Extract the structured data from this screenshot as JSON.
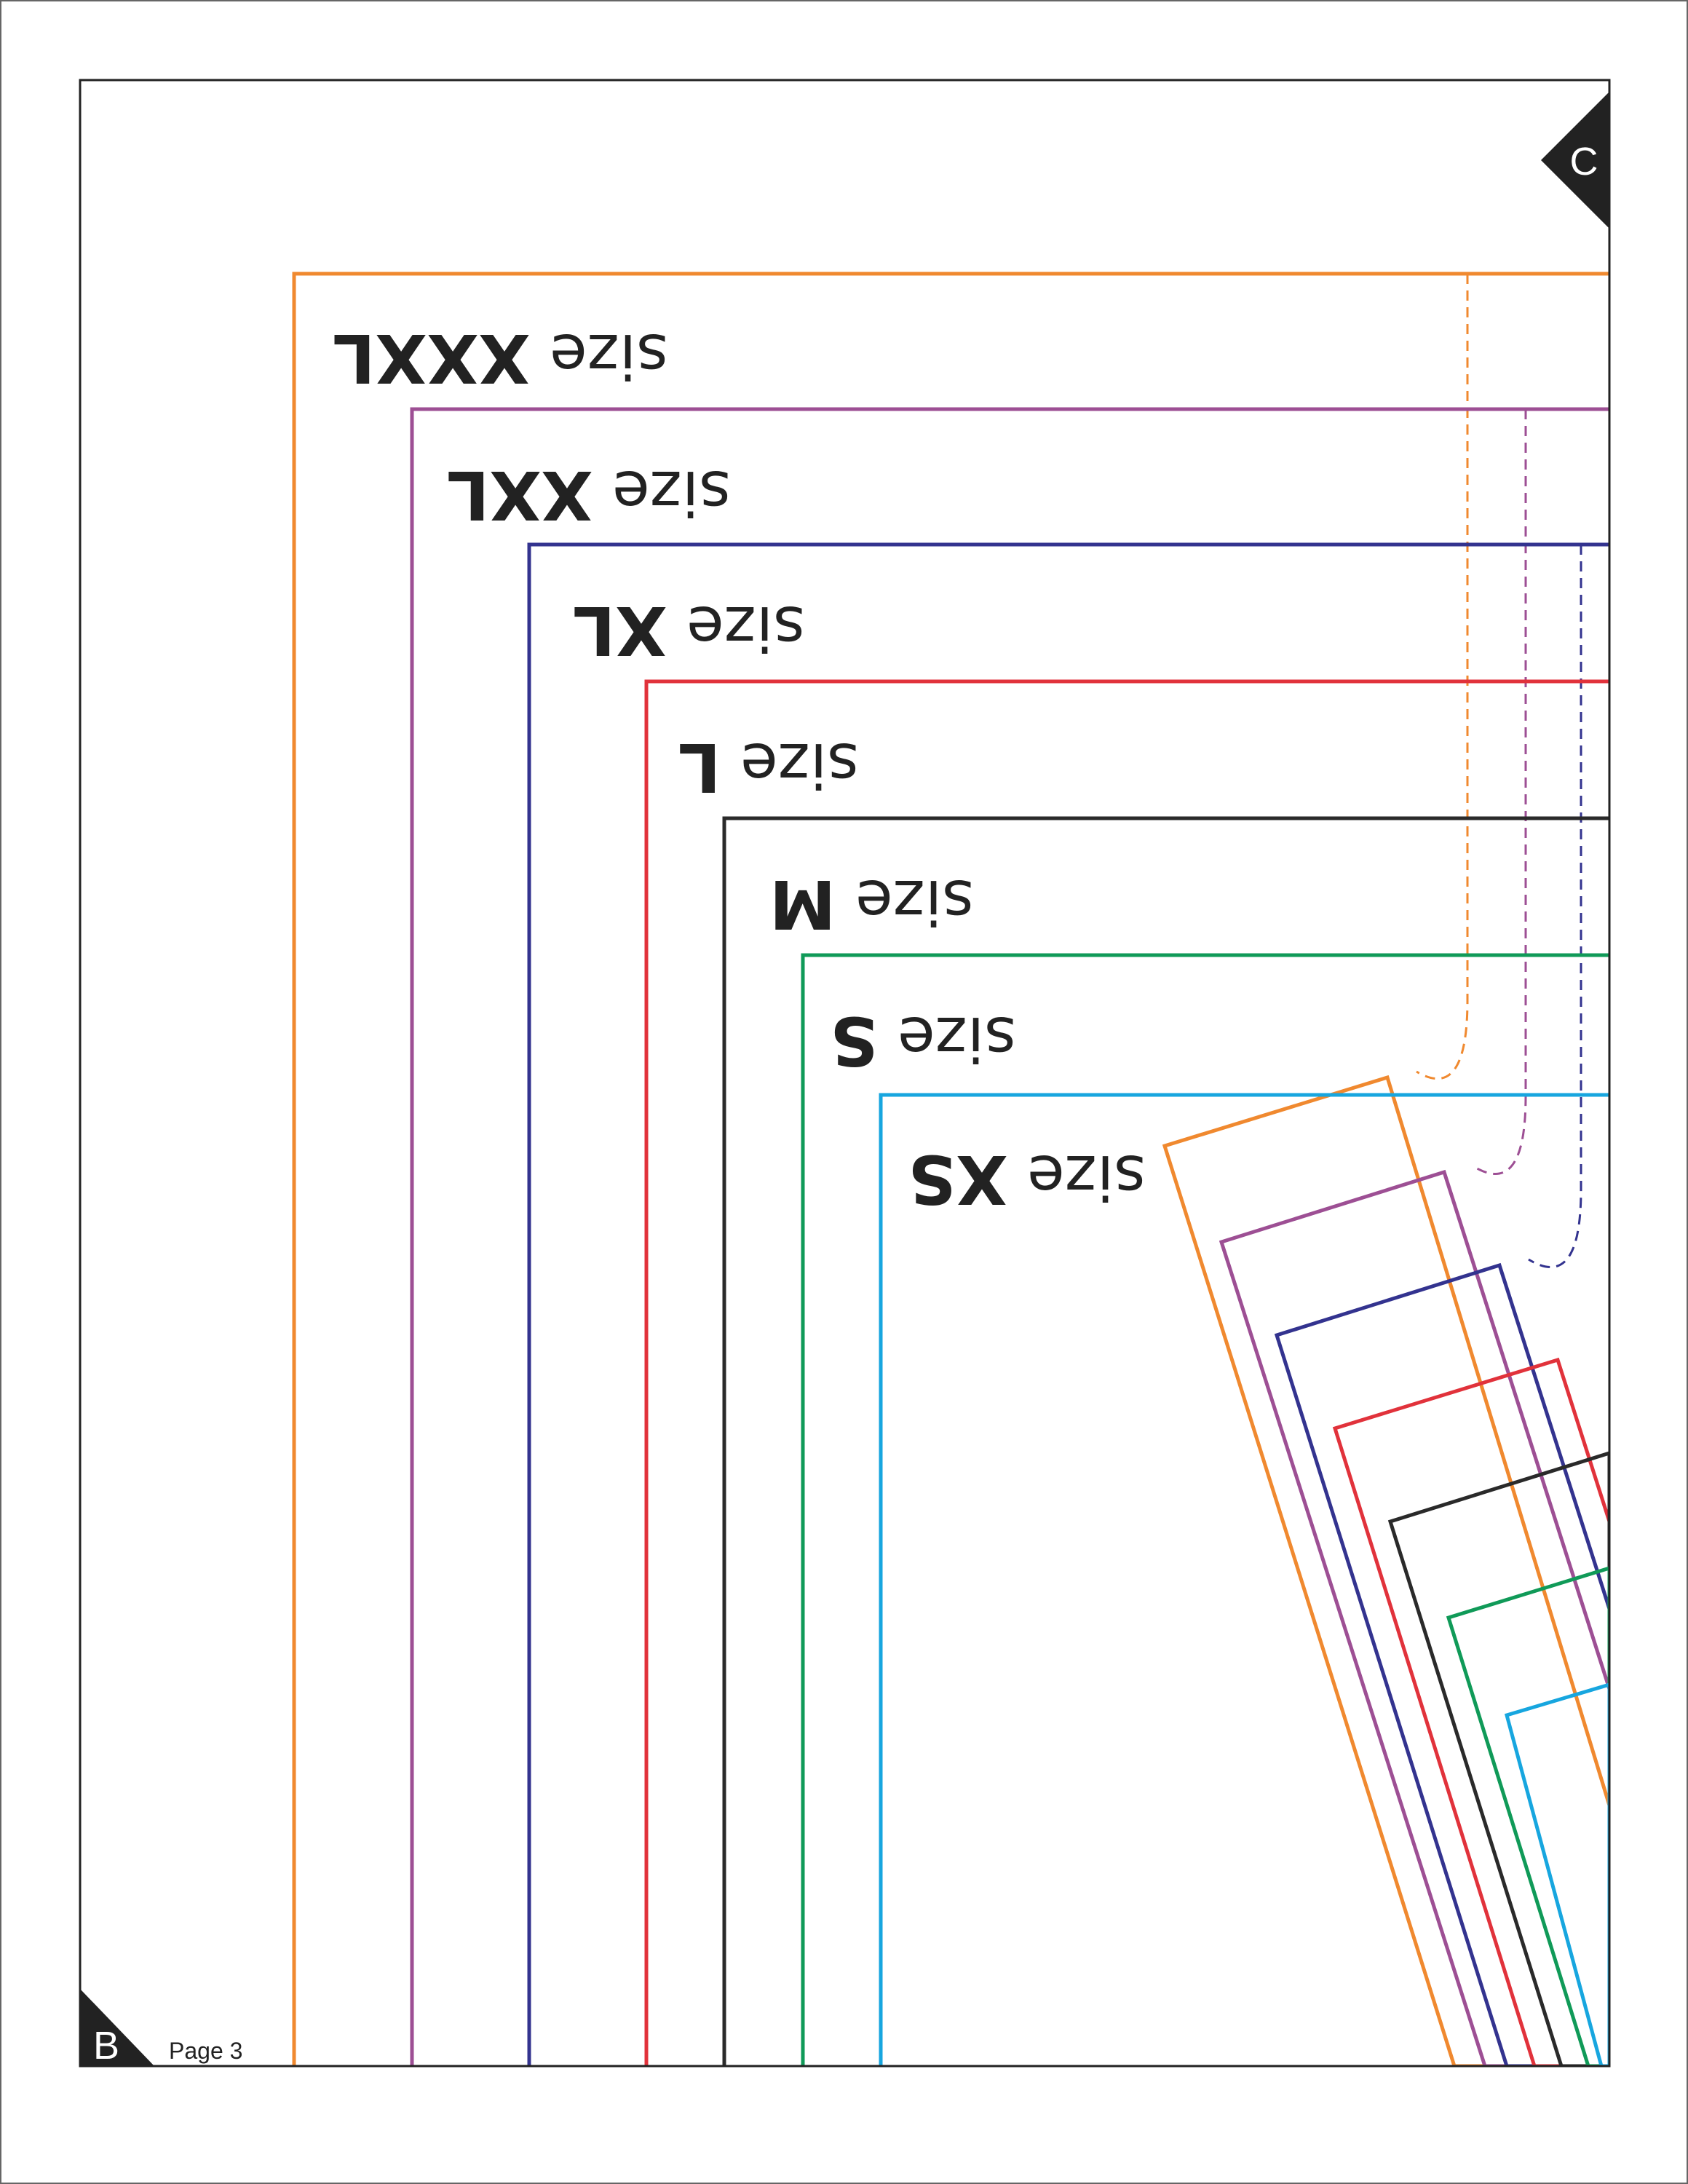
{
  "page_label": "Page 3",
  "corner_markers": {
    "top_right": "C",
    "bottom_left": "B"
  },
  "size_word": "size",
  "sizes": [
    {
      "code": "XXXL",
      "color": "#F0892F"
    },
    {
      "code": "XXL",
      "color": "#9D4F94"
    },
    {
      "code": "XL",
      "color": "#33338F"
    },
    {
      "code": "L",
      "color": "#E1323B"
    },
    {
      "code": "M",
      "color": "#2A2A2A"
    },
    {
      "code": "S",
      "color": "#109A58"
    },
    {
      "code": "XS",
      "color": "#17A6DF"
    }
  ]
}
